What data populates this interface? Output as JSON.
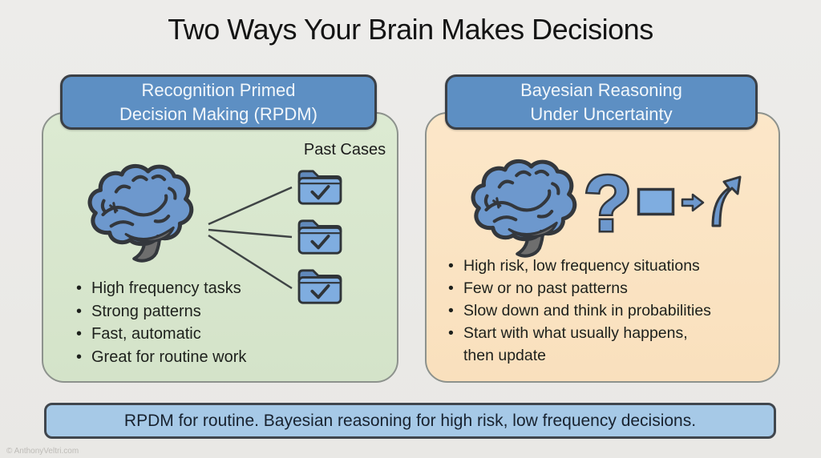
{
  "title": "Two Ways Your Brain Makes Decisions",
  "left_panel": {
    "header": "Recognition Primed\nDecision Making (RPDM)",
    "illustration": {
      "label": "Past Cases",
      "icons": [
        "brain-icon",
        "folder-check-icon",
        "folder-check-icon",
        "folder-check-icon"
      ]
    },
    "bullets": [
      "High frequency tasks",
      "Strong patterns",
      "Fast, automatic",
      "Great for routine work"
    ]
  },
  "right_panel": {
    "header": "Bayesian Reasoning\nUnder Uncertainty",
    "illustration": {
      "question_mark": "?",
      "icons": [
        "brain-icon",
        "question-mark-icon",
        "box-icon",
        "arrow-right-icon",
        "curved-arrow-icon"
      ]
    },
    "bullets": [
      "High risk, low frequency situations",
      "Few or no past patterns",
      "Slow down and think in probabilities",
      "Start with what usually happens,\nthen update"
    ]
  },
  "footer": {
    "banner": "RPDM for routine. Bayesian reasoning for high risk, low frequency decisions."
  },
  "watermark": "© AnthonyVeltri.com",
  "colors": {
    "background": "#ebeae7",
    "header_blue": "#5d8fc3",
    "panel_green": "#d9e7cd",
    "panel_peach": "#fbe4c4",
    "banner_blue": "#a6c9e7",
    "icon_blue": "#6d98cd",
    "folder_blue": "#7fade0",
    "outline_dark": "#33373c"
  }
}
